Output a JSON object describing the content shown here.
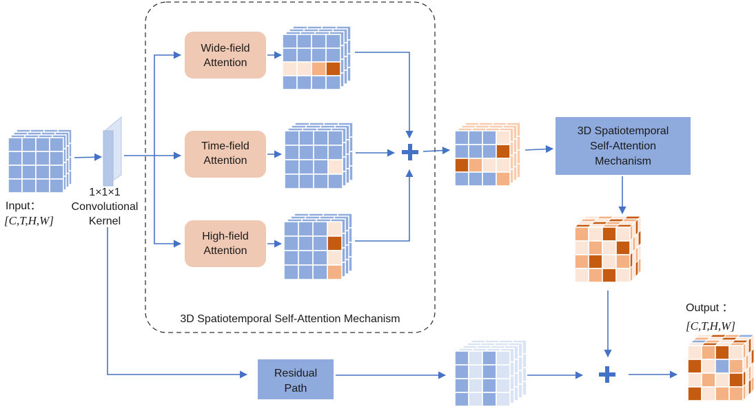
{
  "input": {
    "label": "Input：",
    "shape": "[C,T,H,W]"
  },
  "conv": {
    "line1": "1×1×1",
    "line2": "Convolutional",
    "line3": "Kernel"
  },
  "attention_module": {
    "wide": [
      "Wide-field",
      "Attention"
    ],
    "time": [
      "Time-field",
      "Attention"
    ],
    "high": [
      "High-field",
      "Attention"
    ],
    "caption": "3D Spatiotemporal Self-Attention Mechanism"
  },
  "mechanism_box": [
    "3D Spatiotemporal",
    "Self-Attention",
    "Mechanism"
  ],
  "residual_box": [
    "Residual",
    "Path"
  ],
  "output": {
    "label": "Output ：",
    "shape": "[C,T,H,W]"
  },
  "colors": {
    "blue_cell": "#8faadc",
    "attention_box": "#f0c9b4",
    "process_box": "#8faadc",
    "arrow": "#4472c4",
    "orange_dark": "#c55a11",
    "orange_mid": "#f4b183",
    "orange_light": "#fbe5d6"
  }
}
